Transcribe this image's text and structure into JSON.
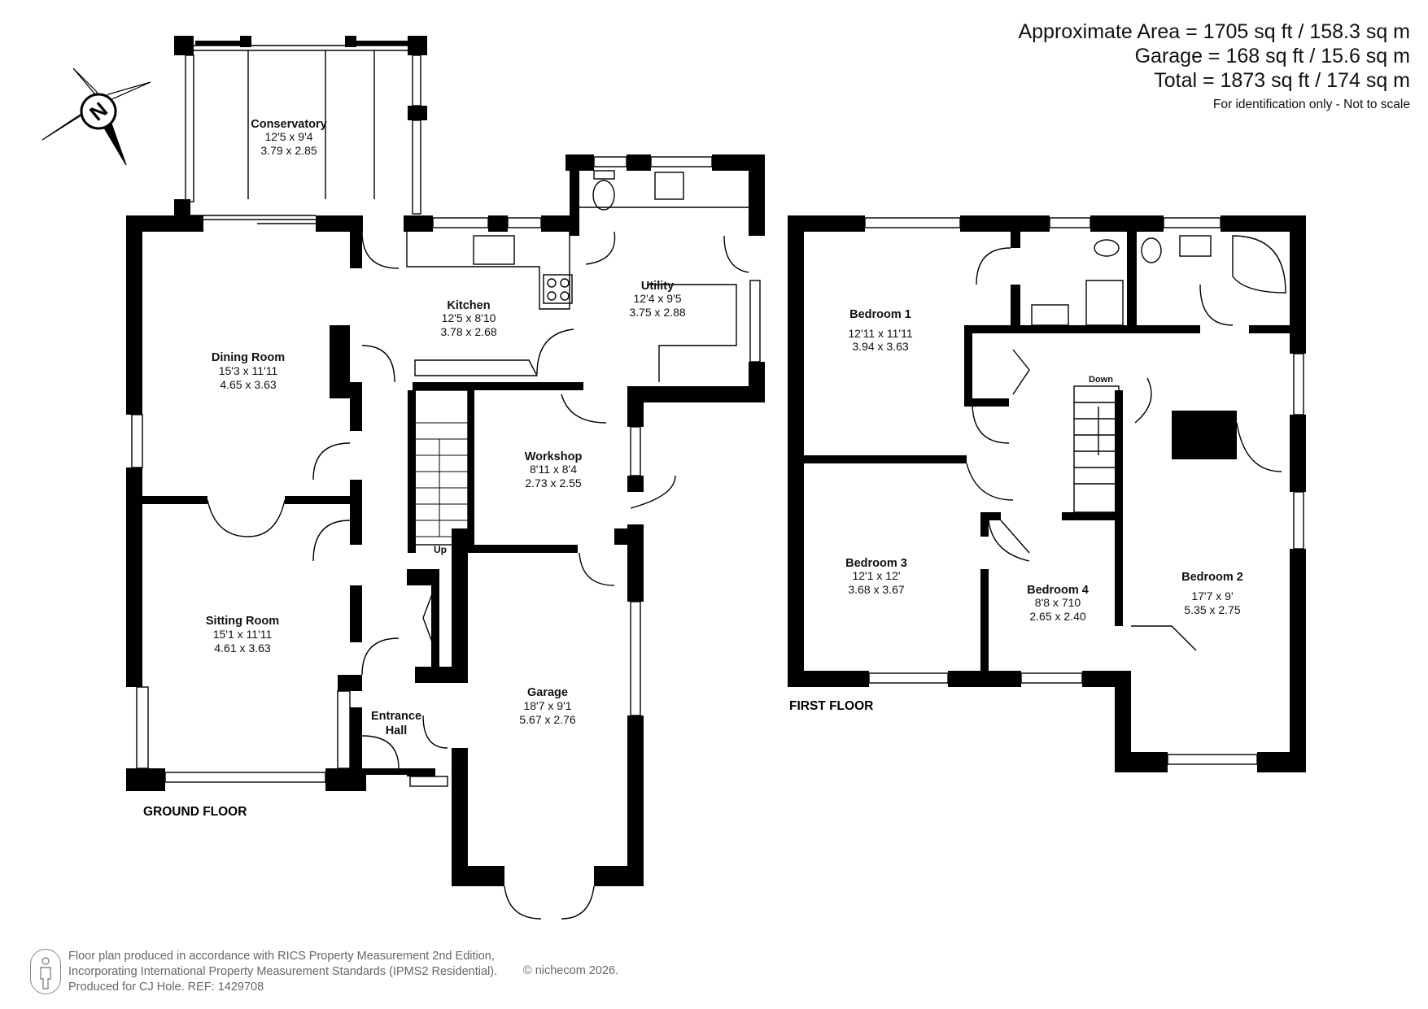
{
  "areas": {
    "line1": "Approximate Area = 1705 sq ft / 158.3 sq m",
    "line2": "Garage = 168 sq ft / 15.6 sq m",
    "line3": "Total = 1873 sq ft / 174 sq m",
    "note": "For identification only - Not to scale"
  },
  "compass": {
    "label": "N"
  },
  "floors": {
    "ground": "GROUND FLOOR",
    "first": "FIRST FLOOR"
  },
  "stairs": {
    "up": "Up",
    "down": "Down"
  },
  "rooms": {
    "conservatory": {
      "name": "Conservatory",
      "imperial": "12'5 x 9'4",
      "metric": "3.79 x 2.85"
    },
    "kitchen": {
      "name": "Kitchen",
      "imperial": "12'5 x 8'10",
      "metric": "3.78 x 2.68"
    },
    "utility": {
      "name": "Utility",
      "imperial": "12'4 x 9'5",
      "metric": "3.75 x 2.88"
    },
    "dining": {
      "name": "Dining Room",
      "imperial": "15'3 x 11'11",
      "metric": "4.65 x 3.63"
    },
    "workshop": {
      "name": "Workshop",
      "imperial": "8'11 x 8'4",
      "metric": "2.73 x 2.55"
    },
    "sitting": {
      "name": "Sitting Room",
      "imperial": "15'1 x 11'11",
      "metric": "4.61 x 3.63"
    },
    "garage": {
      "name": "Garage",
      "imperial": "18'7 x 9'1",
      "metric": "5.67 x 2.76"
    },
    "entrance": {
      "name1": "Entrance",
      "name2": "Hall"
    },
    "bedroom1": {
      "name": "Bedroom 1",
      "imperial": "12'11 x 11'11",
      "metric": "3.94 x 3.63"
    },
    "bedroom3": {
      "name": "Bedroom 3",
      "imperial": "12'1 x 12'",
      "metric": "3.68 x 3.67"
    },
    "bedroom4": {
      "name": "Bedroom 4",
      "imperial": "8'8 x 710",
      "metric": "2.65 x 2.40"
    },
    "bedroom2": {
      "name": "Bedroom 2",
      "imperial": "17'7 x 9'",
      "metric": "5.35 x 2.75"
    }
  },
  "footer": {
    "line1": "Floor plan produced in accordance with RICS Property Measurement 2nd Edition,",
    "line2": "Incorporating International Property Measurement Standards (IPMS2 Residential).",
    "line3": "Produced for CJ Hole.   REF:  1429708",
    "copyright": "© nichecom 2026."
  }
}
